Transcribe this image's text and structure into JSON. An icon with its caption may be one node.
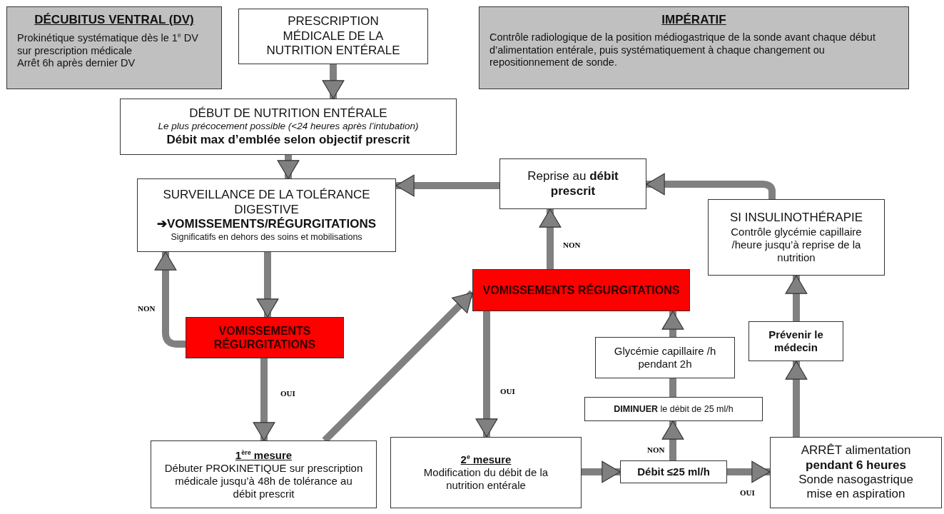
{
  "diagram": {
    "nodes": [
      {
        "text": [
          "DÉCUBITUS VENTRAL (DV)",
          "Prokinétique systématique dès le 1$^{e}$ DV sur prescription médicale",
          "Arrêt 6h après dernier DV"
        ]
      },
      {
        "text": [
          "PRESCRIPTION MÉDICALE DE LA NUTRITION ENTÉRALE"
        ]
      },
      {
        "text": [
          "DÉBUT DE NUTRITION ENTÉRALE",
          "Le plus précocement possible (<24 heures après l’intubation)",
          "Débit max d’emblée selon objectif prescrit"
        ]
      },
      {
        "text": [
          "IMPÉRATIF",
          "Contrôle radiologique de la position médiogastrique de la sonde avant chaque début d’alimentation entérale, puis systématiquement à chaque changement ou repositionnement de sonde."
        ]
      },
      {
        "text": [
          "SURVEILLANCE DE LA TOLÉRANCE DIGESTIVE",
          "➔VOMISSEMENTS/RÉGURGITATIONS",
          "Significatifs en dehors des soins et mobilisations"
        ]
      },
      {
        "text": [
          "Reprise au **débit prescrit**"
        ]
      },
      {
        "text": [
          "SI INSULINOTHÉRAPIE",
          "Contrôle glycémie capillaire /heure jusqu’à reprise de la nutrition"
        ]
      },
      {
        "text": [
          "VOMISSEMENTS RÉGURGITATIONS"
        ]
      },
      {
        "text": [
          "VOMISSEMENTS RÉGURGITATIONS"
        ]
      },
      {
        "text": [
          "Glycémie capillaire /h pendant 2h"
        ]
      },
      {
        "text": [
          "Prévenir le médecin"
        ]
      },
      {
        "text": [
          "**DIMINUER** le débit de 25 ml/h"
        ]
      },
      {
        "text": [
          "1$^{ère}$ mesure",
          "Débuter PROKINETIQUE sur prescription médicale jusqu’à 48h de tolérance au débit prescrit"
        ]
      },
      {
        "text": [
          "2$^{e}$ mesure",
          "Modification du débit de la nutrition entérale"
        ]
      },
      {
        "text": [
          "Débit ≤25 ml/h"
        ]
      },
      {
        "text": [
          "ARRÊT alimentation",
          "pendant 6 heures",
          "Sonde nasogastrique mise en aspiration"
        ]
      }
    ],
    "edges": [
      {
        "from": 1,
        "to": 2,
        "arrow": "to"
      },
      {
        "from": 2,
        "to": 4,
        "arrow": "to"
      },
      {
        "from": 4,
        "to": 7,
        "arrow": "to"
      },
      {
        "from": 7,
        "to": 4,
        "arrow": "to",
        "label": "NON"
      },
      {
        "from": 7,
        "to": 12,
        "arrow": "to",
        "label": "OUI"
      },
      {
        "from": 12,
        "to": 8,
        "arrow": "to"
      },
      {
        "from": 8,
        "to": 5,
        "arrow": "to",
        "label": "NON"
      },
      {
        "from": 5,
        "to": 4,
        "arrow": "to"
      },
      {
        "from": 8,
        "to": 13,
        "arrow": "to",
        "label": "OUI"
      },
      {
        "from": 13,
        "to": 14,
        "arrow": "to"
      },
      {
        "from": 14,
        "to": 11,
        "arrow": "to",
        "label": "NON"
      },
      {
        "from": 11,
        "to": 9,
        "arrow": "none"
      },
      {
        "from": 9,
        "to": 8,
        "arrow": "to"
      },
      {
        "from": 14,
        "to": 15,
        "arrow": "to",
        "label": "OUI"
      },
      {
        "from": 15,
        "to": 10,
        "arrow": "to"
      },
      {
        "from": 10,
        "to": 6,
        "arrow": "to"
      },
      {
        "from": 6,
        "to": 5,
        "arrow": "to"
      }
    ]
  }
}
